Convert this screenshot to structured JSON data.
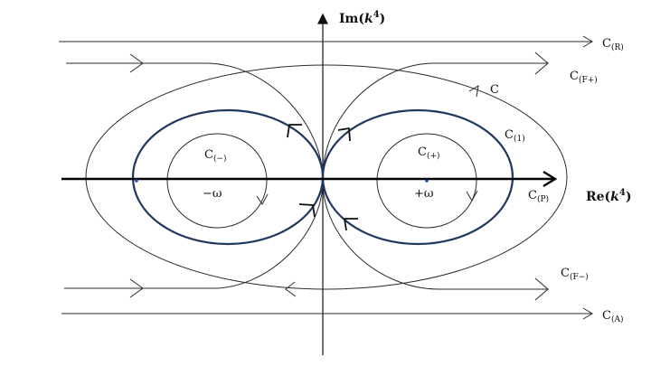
{
  "axes": {
    "im_base": "Im(",
    "im_var": "k",
    "im_exp": "4",
    "im_close": ")",
    "re_base": "Re(",
    "re_var": "k",
    "re_exp": "4",
    "re_close": ")"
  },
  "contours": {
    "r": {
      "letter": "C",
      "sub": "(R)"
    },
    "fp": {
      "letter": "C",
      "sub": "(F+)"
    },
    "c": {
      "letter": "C",
      "sub": ""
    },
    "c1": {
      "letter": "C",
      "sub": "(1)"
    },
    "cm": {
      "letter": "C",
      "sub": "(−)"
    },
    "cp": {
      "letter": "C",
      "sub": "(+)"
    },
    "p": {
      "letter": "C",
      "sub": "(P)"
    },
    "fm": {
      "letter": "C",
      "sub": "(F−)"
    },
    "a": {
      "letter": "C",
      "sub": "(A)"
    }
  },
  "points": {
    "neg": "−ω",
    "pos": "+ω"
  },
  "colors": {
    "blue_contour": "#22395f",
    "axis": "#000000",
    "point": "#1f4e9a"
  }
}
